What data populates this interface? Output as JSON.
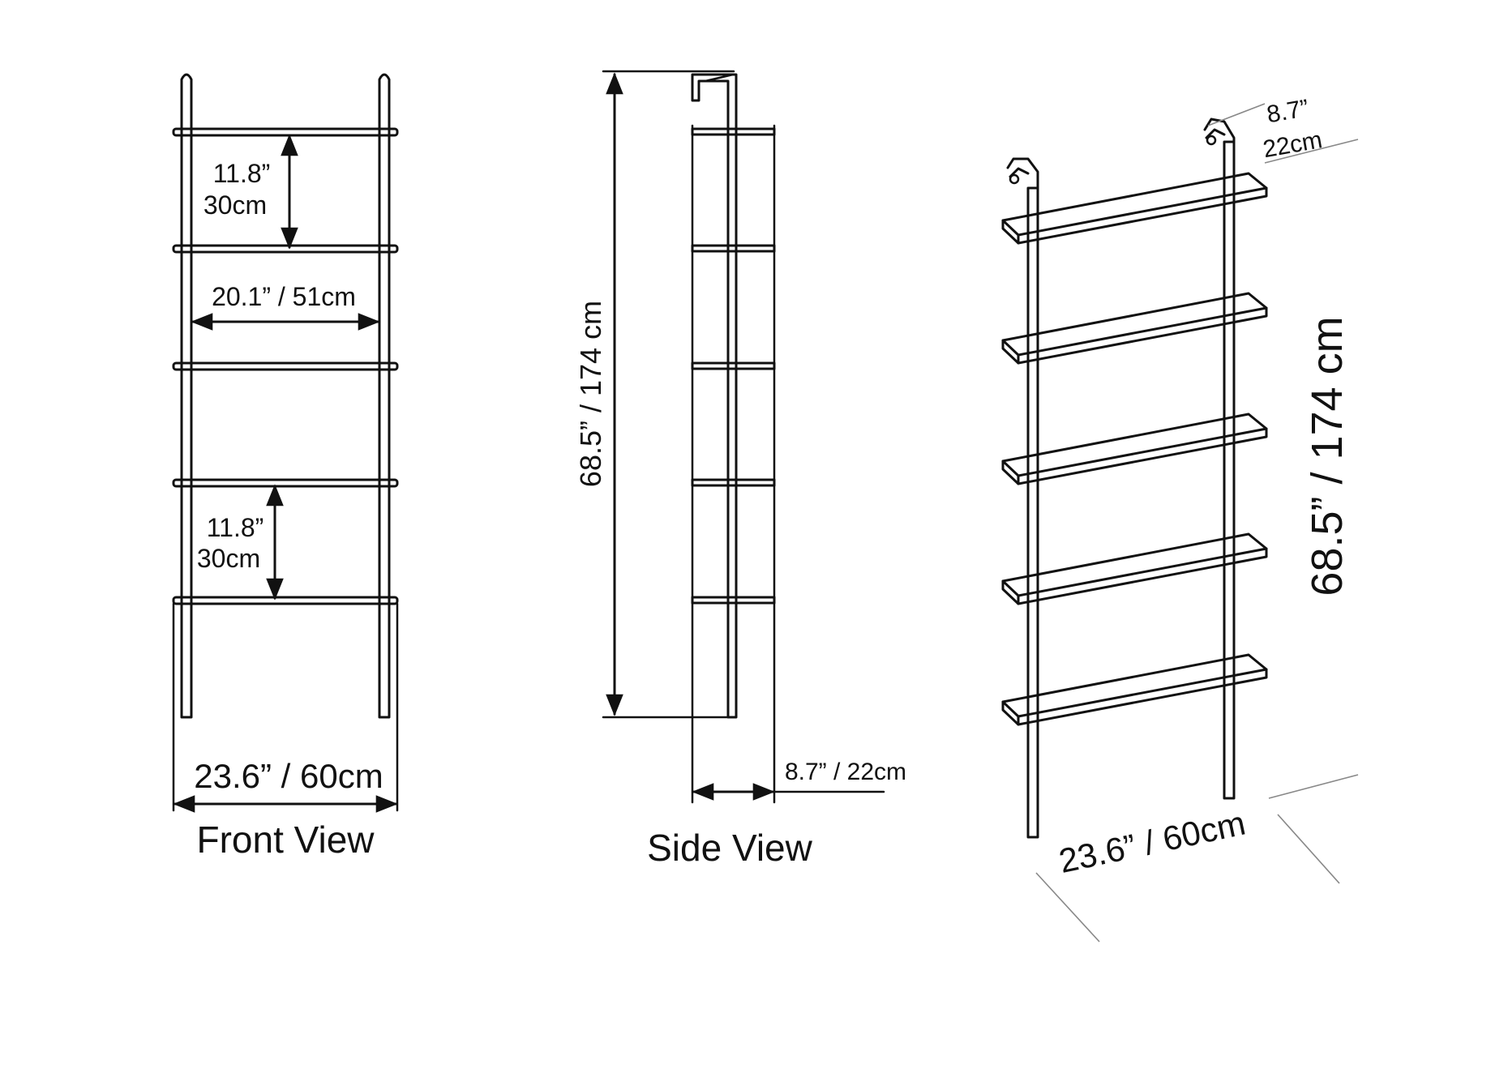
{
  "front_view": {
    "caption": "Front View",
    "shelf_gap_top_in": "11.8”",
    "shelf_gap_top_cm": "30cm",
    "inner_width": "20.1” / 51cm",
    "shelf_gap_bottom_in": "11.8”",
    "shelf_gap_bottom_cm": "30cm",
    "overall_width": "23.6” / 60cm"
  },
  "side_view": {
    "caption": "Side View",
    "height": "68.5” / 174 cm",
    "depth": "8.7” / 22cm"
  },
  "perspective_view": {
    "depth_in": "8.7”",
    "depth_cm": "22cm",
    "height": "68.5” / 174 cm",
    "width": "23.6” / 60cm"
  },
  "colors": {
    "line": "#111111",
    "guide": "#888888",
    "background": "#ffffff"
  }
}
